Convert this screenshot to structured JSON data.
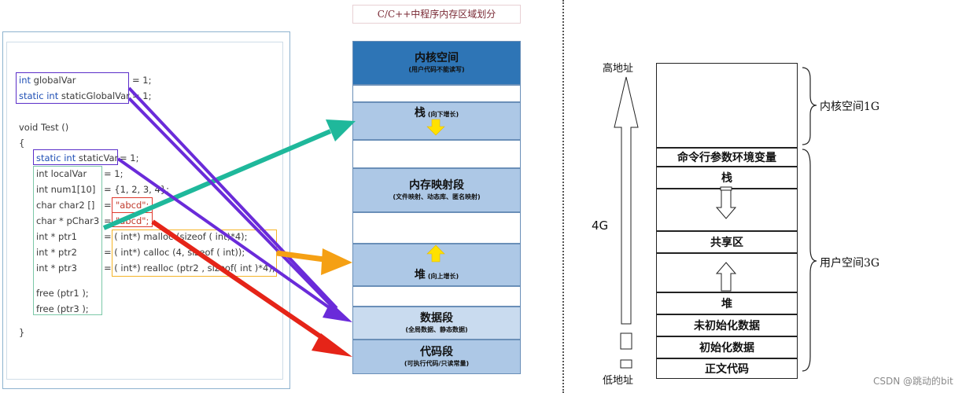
{
  "left_title": "C/C++中程序内存区域划分",
  "code": {
    "line1_kw": "int",
    "line1_var": " globalVar",
    "line1_tail": "= 1;",
    "line2_kw": "static int",
    "line2_var": " staticGlobalVar",
    "line2_tail": "= 1;",
    "func": "void Test ()",
    "open_brace": "{",
    "static_var_kw": "static int",
    "static_var_name": " staticVar",
    "static_var_tail": "= 1;",
    "local_rows": [
      {
        "decl": "int localVar",
        "init": "= 1;"
      },
      {
        "decl": "int num1[10]",
        "init": "= {1, 2, 3, 4};"
      },
      {
        "decl": "char char2 []",
        "init": "= "
      },
      {
        "decl": "char * pChar3",
        "init": "= "
      }
    ],
    "abcd1": "\"abcd\";",
    "abcd2": "\"abcd\";",
    "ptr_rows": [
      {
        "decl": "int * ptr1",
        "init": "= ( int*) malloc (sizeof ( int)*4);"
      },
      {
        "decl": "int * ptr2",
        "init": "= ( int*) calloc (4, sizeof ( int));"
      },
      {
        "decl": "int * ptr3",
        "init": "= ( int*) realloc (ptr2 , sizeof( int )*4);"
      }
    ],
    "free1": "free (ptr1 );",
    "free2": "free (ptr3 );",
    "close_brace": "}"
  },
  "regions": {
    "kernel_title": "内核空间",
    "kernel_sub": "(用户代码不能读写)",
    "stack_title": "栈",
    "stack_sub": "(向下增长)",
    "mmap_title": "内存映射段",
    "mmap_sub": "(文件映射、动态库、匿名映射)",
    "heap_title": "堆",
    "heap_sub": "(向上增长)",
    "data_title": "数据段",
    "data_sub": "(全局数据、静态数据)",
    "code_title": "代码段",
    "code_sub": "(可执行代码/只读常量)"
  },
  "right": {
    "high_addr": "高地址",
    "low_addr": "低地址",
    "size_4g": "4G",
    "cells": {
      "cmdline": "命令行参数环境变量",
      "stack": "栈",
      "shared": "共享区",
      "heap": "堆",
      "bss": "未初始化数据",
      "data": "初始化数据",
      "text": "正文代码"
    },
    "kernel_space": "内核空间1G",
    "user_space": "用户空间3G"
  },
  "watermark": "CSDN @跳动的bit",
  "colors": {
    "kernel": "#2e75b6",
    "region_light": "#adc8e6",
    "purple_arrow": "#6a2bd9",
    "teal_arrow": "#1fb89b",
    "orange_arrow": "#f5a014",
    "red_arrow": "#e52418",
    "yellow_marker": "#ffe100"
  }
}
